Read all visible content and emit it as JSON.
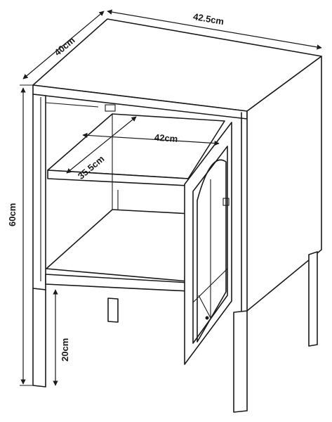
{
  "dimensions": {
    "width": "42.5cm",
    "depth": "40cm",
    "height": "60cm",
    "leg_height": "20cm",
    "shelf_width": "42cm",
    "shelf_depth": "35.5cm"
  }
}
